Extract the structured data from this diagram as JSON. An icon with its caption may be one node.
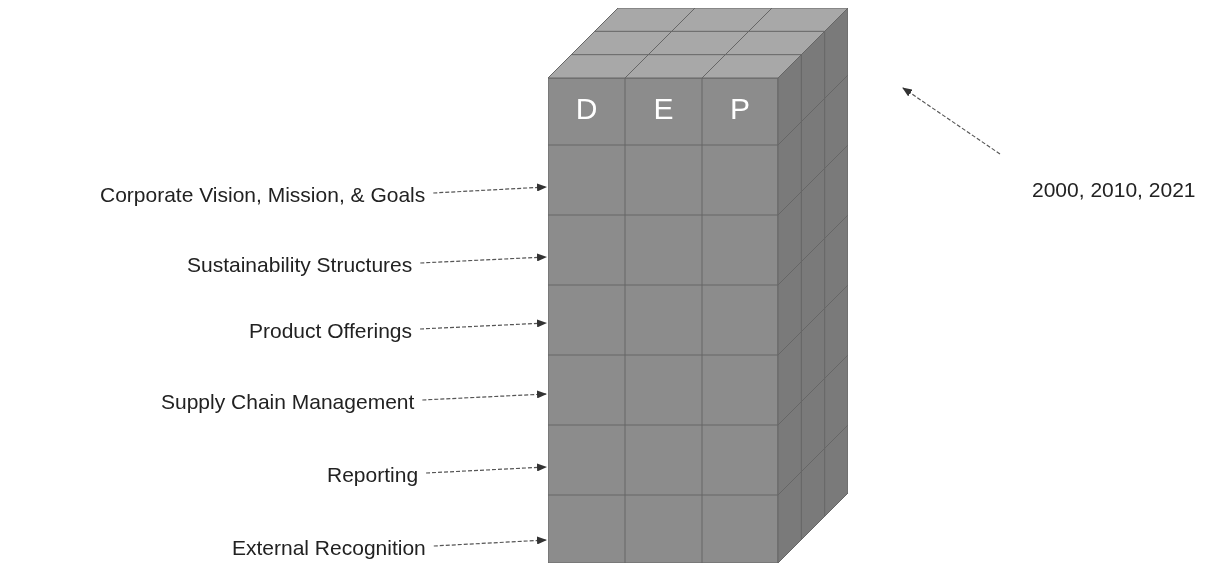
{
  "diagram": {
    "nodes": [
      {
        "text": [
          "D",
          "E",
          "P"
        ]
      },
      {
        "text": [
          "Corporate Vision, Mission, & Goals"
        ]
      },
      {
        "text": [
          "Sustainability Structures"
        ]
      },
      {
        "text": [
          "Product Offerings"
        ]
      },
      {
        "text": [
          "Supply Chain Management"
        ]
      },
      {
        "text": [
          "Reporting"
        ]
      },
      {
        "text": [
          "External Recognition"
        ]
      },
      {
        "text": [
          "2000, 2010, 2021"
        ]
      }
    ],
    "edges": [
      {
        "from": 1,
        "to": 0,
        "arrow": "to",
        "style": "dashed"
      },
      {
        "from": 2,
        "to": 0,
        "arrow": "to",
        "style": "dashed"
      },
      {
        "from": 3,
        "to": 0,
        "arrow": "to",
        "style": "dashed"
      },
      {
        "from": 4,
        "to": 0,
        "arrow": "to",
        "style": "dashed"
      },
      {
        "from": 5,
        "to": 0,
        "arrow": "to",
        "style": "dashed"
      },
      {
        "from": 6,
        "to": 0,
        "arrow": "to",
        "style": "dashed"
      },
      {
        "from": 7,
        "to": null,
        "arrow": "to",
        "style": "dashed"
      }
    ]
  }
}
